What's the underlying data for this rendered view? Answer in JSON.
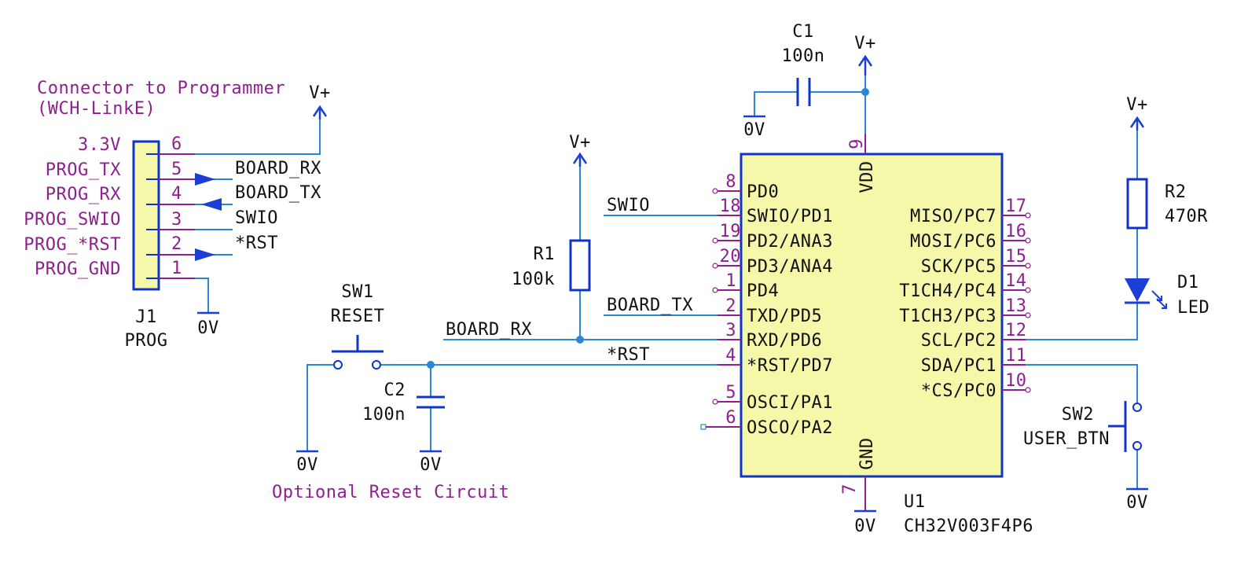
{
  "notes": {
    "programmer_note_line1": "Connector to Programmer",
    "programmer_note_line2": "(WCH-LinkE)",
    "reset_note": "Optional Reset Circuit"
  },
  "power": {
    "vplus": "V+",
    "ground": "0V"
  },
  "j1": {
    "ref": "J1",
    "value": "PROG",
    "pins": [
      {
        "num": "6",
        "name": "3.3V",
        "net": ""
      },
      {
        "num": "5",
        "name": "PROG_TX",
        "net": "BOARD_RX"
      },
      {
        "num": "4",
        "name": "PROG_RX",
        "net": "BOARD_TX"
      },
      {
        "num": "3",
        "name": "PROG_SWIO",
        "net": "SWIO"
      },
      {
        "num": "2",
        "name": "PROG_*RST",
        "net": "*RST"
      },
      {
        "num": "1",
        "name": "PROG_GND",
        "net": ""
      }
    ]
  },
  "r1": {
    "ref": "R1",
    "value": "100k"
  },
  "r2": {
    "ref": "R2",
    "value": "470R"
  },
  "c1": {
    "ref": "C1",
    "value": "100n"
  },
  "c2": {
    "ref": "C2",
    "value": "100n"
  },
  "sw1": {
    "ref": "SW1",
    "value": "RESET"
  },
  "sw2": {
    "ref": "SW2",
    "value": "USER_BTN"
  },
  "d1": {
    "ref": "D1",
    "value": "LED"
  },
  "u1": {
    "ref": "U1",
    "value": "CH32V003F4P6",
    "vdd": {
      "name": "VDD",
      "num": "9"
    },
    "gnd": {
      "name": "GND",
      "num": "7"
    },
    "left_pins": [
      {
        "num": "8",
        "name": "PD0"
      },
      {
        "num": "18",
        "name": "SWIO/PD1"
      },
      {
        "num": "19",
        "name": "PD2/ANA3"
      },
      {
        "num": "20",
        "name": "PD3/ANA4"
      },
      {
        "num": "1",
        "name": "PD4"
      },
      {
        "num": "2",
        "name": "TXD/PD5"
      },
      {
        "num": "3",
        "name": "RXD/PD6"
      },
      {
        "num": "4",
        "name": "*RST/PD7"
      },
      {
        "num": "5",
        "name": "OSCI/PA1"
      },
      {
        "num": "6",
        "name": "OSCO/PA2"
      }
    ],
    "right_pins": [
      {
        "num": "17",
        "name": "MISO/PC7"
      },
      {
        "num": "16",
        "name": "MOSI/PC6"
      },
      {
        "num": "15",
        "name": "SCK/PC5"
      },
      {
        "num": "14",
        "name": "T1CH4/PC4"
      },
      {
        "num": "13",
        "name": "T1CH3/PC3"
      },
      {
        "num": "12",
        "name": "SCL/PC2"
      },
      {
        "num": "11",
        "name": "SDA/PC1"
      },
      {
        "num": "10",
        "name": "*CS/PC0"
      }
    ]
  },
  "nets": {
    "swio": "SWIO",
    "board_tx": "BOARD_TX",
    "board_rx": "BOARD_RX",
    "rst": "*RST"
  },
  "colors": {
    "wire": "#2a86d6",
    "component_outline": "#1034c8",
    "ic_fill": "#f4f8a8",
    "pin_text": "#8e1f8e",
    "label_text": "#111111"
  }
}
